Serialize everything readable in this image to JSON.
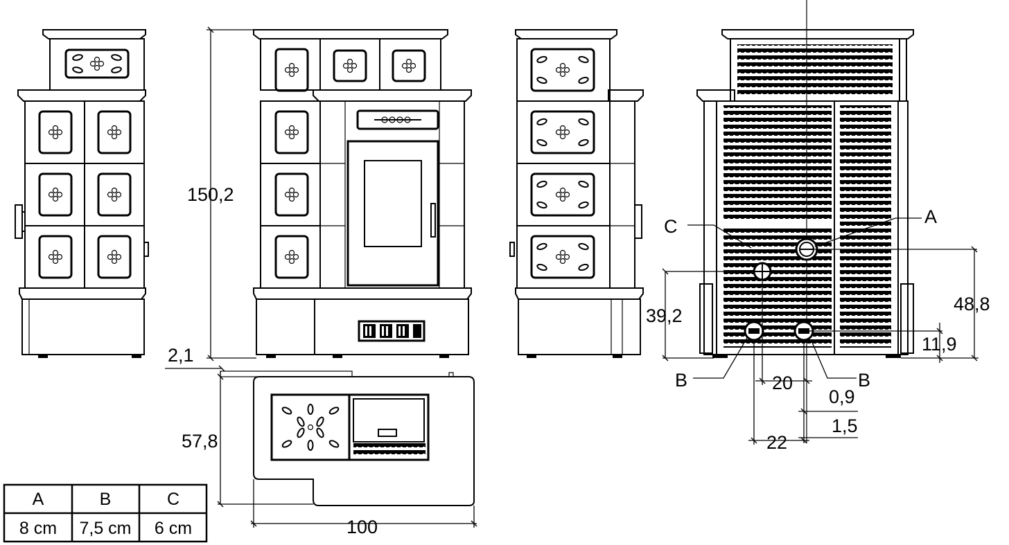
{
  "dimensions": {
    "height_total": "150,2",
    "front_offset": "2,1",
    "depth": "57,8",
    "width": "100",
    "rear_c_height": "39,2",
    "rear_a_height": "48,8",
    "rear_b_height": "11,9",
    "b_spacing": "20",
    "b_gap_1": "0,9",
    "b_gap_2": "1,5",
    "b_spacing_2": "22"
  },
  "connection_labels": {
    "a": "A",
    "b_left": "B",
    "b_right": "B",
    "c": "C"
  },
  "diameter_table": {
    "headers": [
      "A",
      "B",
      "C"
    ],
    "values": [
      "8 cm",
      "7,5 cm",
      "6 cm"
    ]
  }
}
